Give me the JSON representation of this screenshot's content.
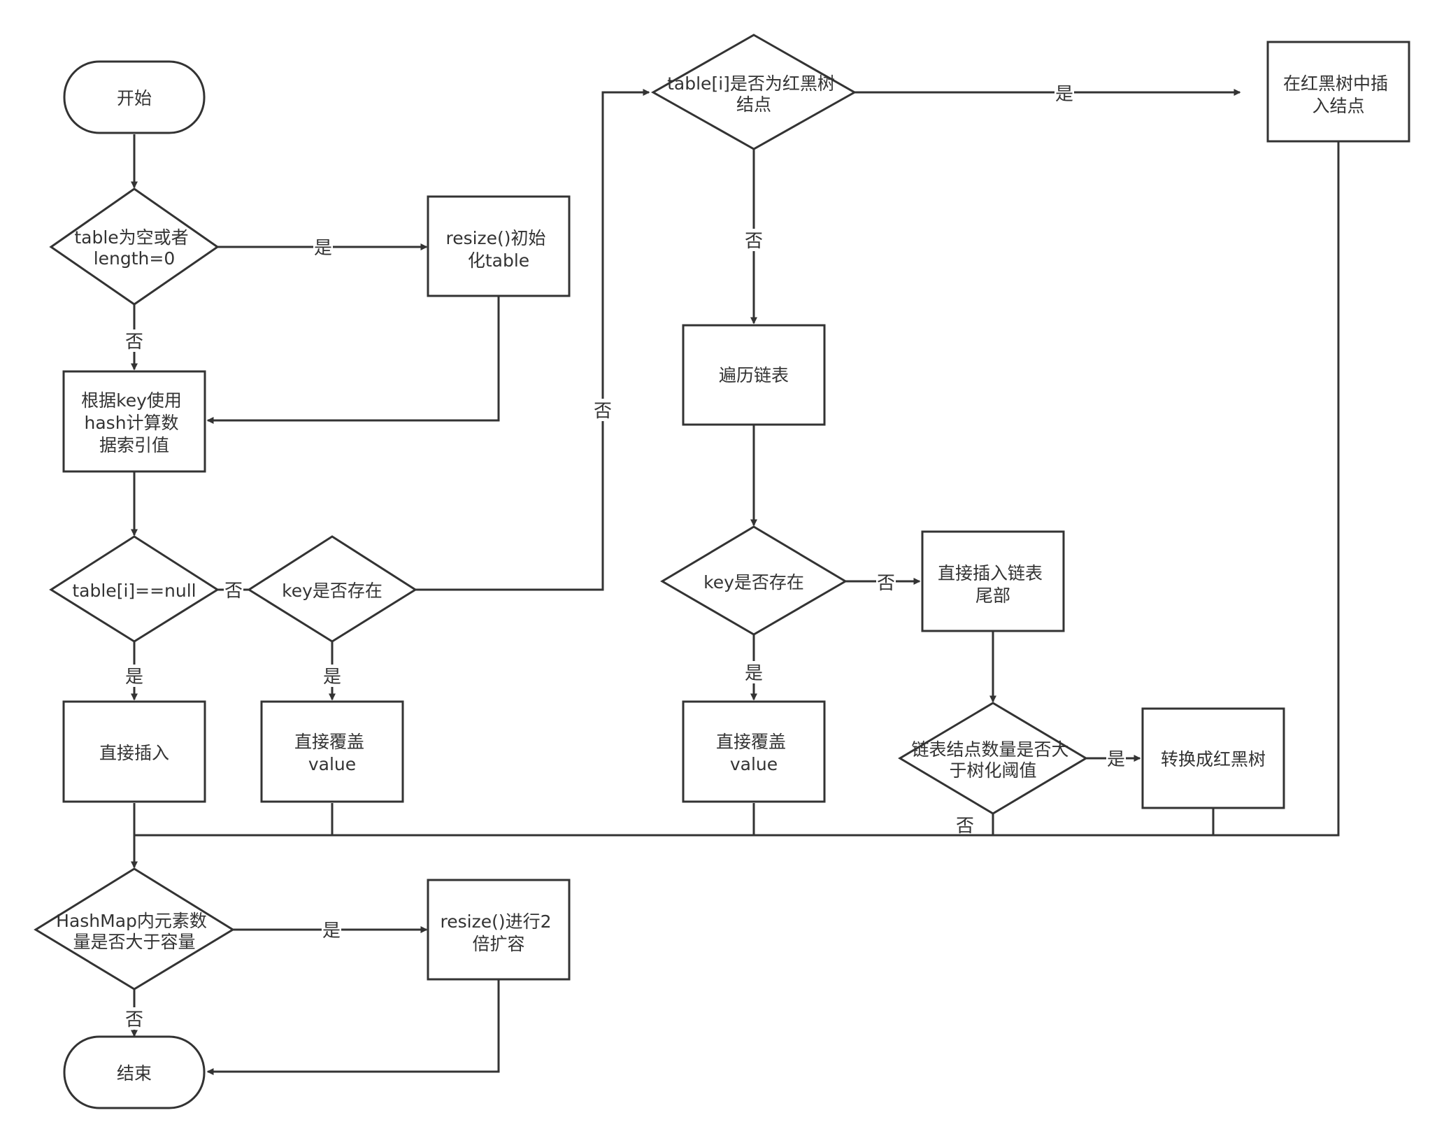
{
  "nodes": {
    "start": [
      "开始"
    ],
    "table_empty": [
      "table为空或者",
      "length=0"
    ],
    "resize_init": [
      "resize()初始",
      "化table"
    ],
    "hash_index": [
      "根据key使用",
      "hash计算数",
      "据索引值"
    ],
    "table_i_null": [
      "table[i]==null"
    ],
    "key_exists_1": [
      "key是否存在"
    ],
    "insert_direct": [
      "直接插入"
    ],
    "overwrite_1": [
      "直接覆盖",
      "value"
    ],
    "is_tree_node": [
      "table[i]是否为红黑树",
      "结点"
    ],
    "tree_insert": [
      "在红黑树中插",
      "入结点"
    ],
    "traverse_list": [
      "遍历链表"
    ],
    "key_exists_2": [
      "key是否存在"
    ],
    "overwrite_2": [
      "直接覆盖",
      "value"
    ],
    "append_tail": [
      "直接插入链表",
      "尾部"
    ],
    "over_threshold": [
      "链表结点数量是否大",
      "于树化阈值"
    ],
    "to_tree": [
      "转换成红黑树"
    ],
    "size_check": [
      "HashMap内元素数",
      "量是否大于容量"
    ],
    "resize_double": [
      "resize()进行2",
      "倍扩容"
    ],
    "end": [
      "结束"
    ]
  },
  "edge_labels": {
    "empty_yes": "是",
    "empty_no": "否",
    "null_yes": "是",
    "null_no": "否",
    "key1_yes": "是",
    "key1_no": "否",
    "tree_yes": "是",
    "tree_no": "否",
    "key2_yes": "是",
    "key2_no": "否",
    "threshold_yes": "是",
    "threshold_no": "否",
    "size_yes": "是",
    "size_no": "否"
  },
  "colors": {
    "stroke": "#333333",
    "text": "#333333",
    "background": "#ffffff"
  }
}
